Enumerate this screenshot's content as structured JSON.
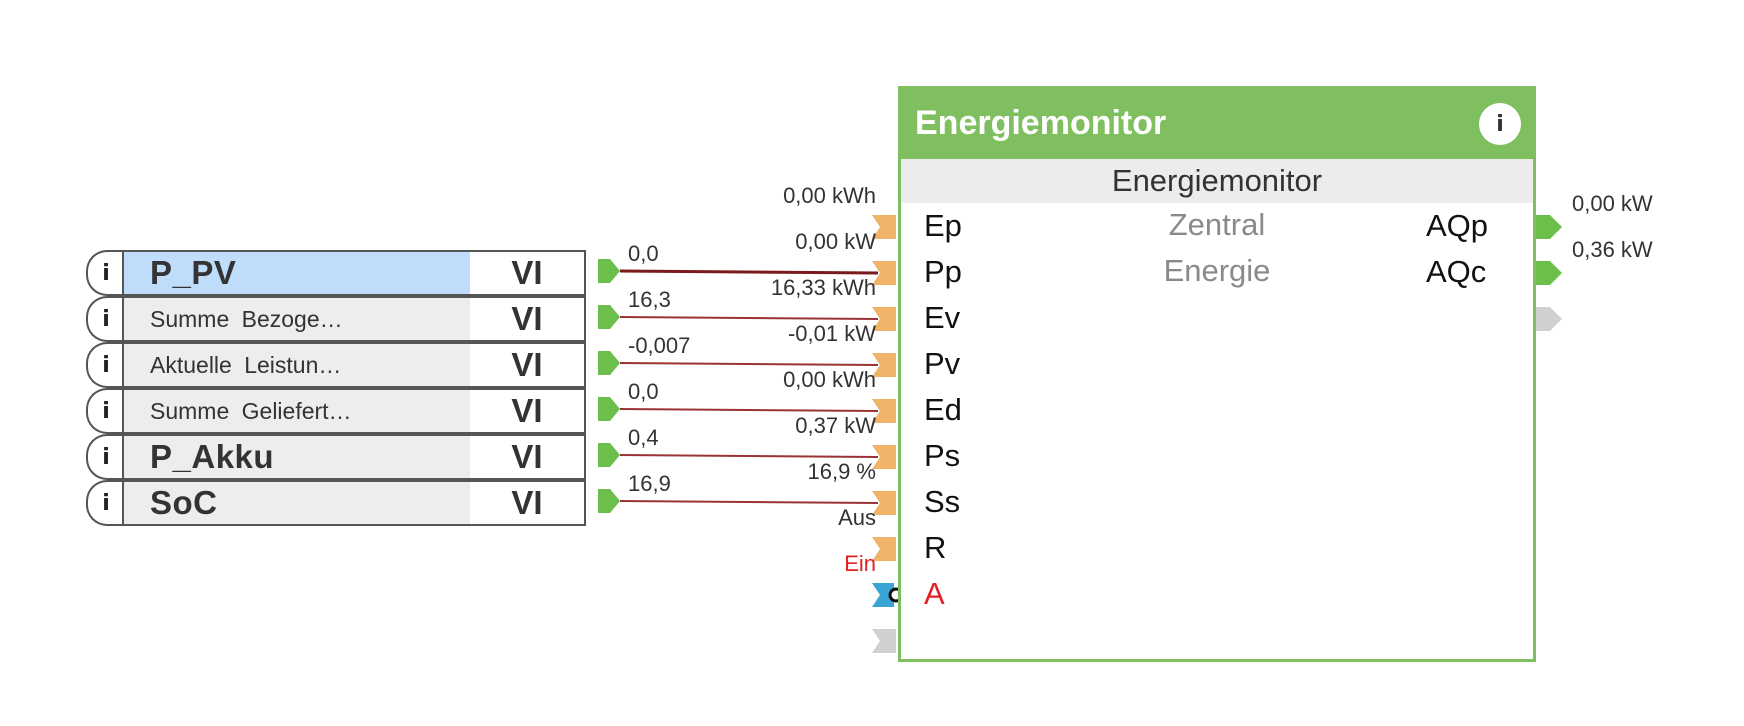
{
  "inputs": [
    {
      "label": "P_PV",
      "type": "VI",
      "style": "big",
      "selected": true,
      "value": "0,0"
    },
    {
      "label": "Summe  Bezoge…",
      "type": "VI",
      "style": "small",
      "selected": false,
      "value": "16,3"
    },
    {
      "label": "Aktuelle  Leistun…",
      "type": "VI",
      "style": "small",
      "selected": false,
      "value": "-0,007"
    },
    {
      "label": "Summe  Geliefert…",
      "type": "VI",
      "style": "small",
      "selected": false,
      "value": "0,0"
    },
    {
      "label": "P_Akku",
      "type": "VI",
      "style": "big",
      "selected": false,
      "value": "0,4"
    },
    {
      "label": "SoC",
      "type": "VI",
      "style": "big",
      "selected": false,
      "value": "16,9"
    }
  ],
  "block": {
    "title": "Energiemonitor",
    "subtitle": "Energiemonitor",
    "description": [
      "Zentral",
      "Energie"
    ],
    "input_ports": [
      {
        "name": "Ep",
        "value": "0,00 kWh",
        "red": false
      },
      {
        "name": "Pp",
        "value": "0,00 kW",
        "red": false
      },
      {
        "name": "Ev",
        "value": "16,33 kWh",
        "red": false
      },
      {
        "name": "Pv",
        "value": "-0,01 kW",
        "red": false
      },
      {
        "name": "Ed",
        "value": "0,00 kWh",
        "red": false
      },
      {
        "name": "Ps",
        "value": "0,37 kW",
        "red": false
      },
      {
        "name": "Ss",
        "value": "16,9 %",
        "red": false
      },
      {
        "name": "R",
        "value": "Aus",
        "red": false
      },
      {
        "name": "A",
        "value": "Ein",
        "red": true
      }
    ],
    "output_ports": [
      {
        "name": "AQp",
        "value": "0,00 kW"
      },
      {
        "name": "AQc",
        "value": "0,36 kW"
      }
    ]
  },
  "colors": {
    "block_green": "#7fbf5f",
    "connection_dark_red": "#7a1a1a",
    "connection_red": "#9b3333",
    "input_connector_orange": "#f0b36a",
    "output_connector_green": "#6cbf4a",
    "negated_connector_blue": "#3aa4d4",
    "empty_connector_grey": "#d0d0d0",
    "selected_blue": "#bfdcfb",
    "alert_red": "#e02020"
  }
}
